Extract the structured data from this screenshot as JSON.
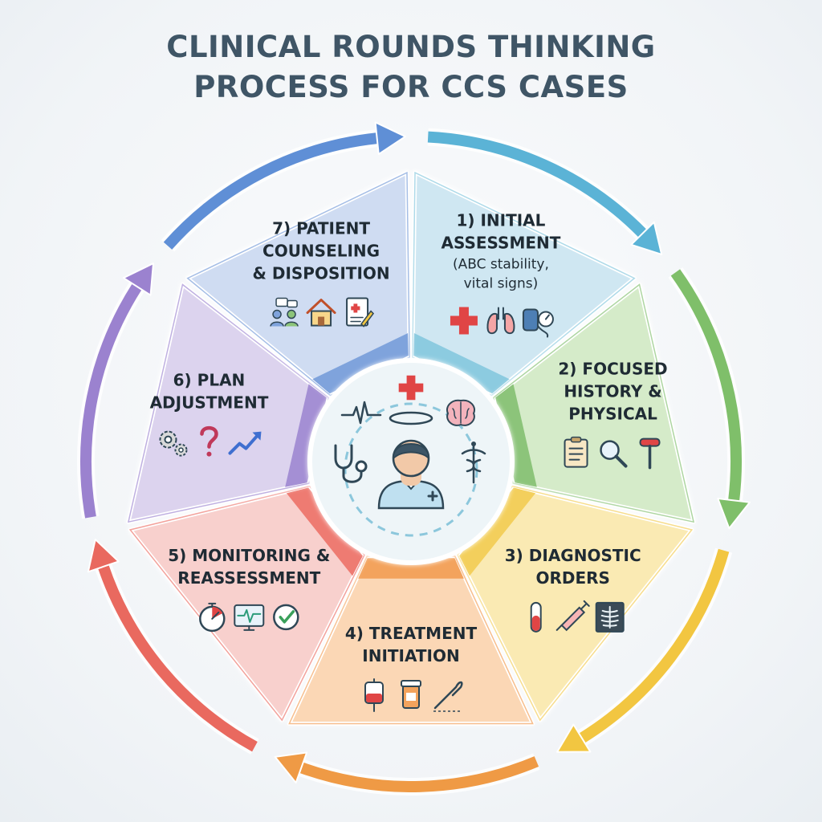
{
  "title": {
    "line1": "CLINICAL ROUNDS THINKING",
    "line2": "PROCESS FOR CCS CASES"
  },
  "steps": [
    {
      "lines": [
        "1) INITIAL",
        "ASSESSMENT"
      ],
      "sub": [
        "(ABC stability,",
        "vital signs)"
      ],
      "color": "#cfe7f2",
      "accent": "#8ccbe0",
      "arrow": "#5bb3d6",
      "icons": [
        "red-cross-icon",
        "lungs-icon",
        "blood-pressure-cuff-icon"
      ]
    },
    {
      "lines": [
        "2) FOCUSED",
        "HISTORY &",
        "PHYSICAL"
      ],
      "sub": [],
      "color": "#d5ebc9",
      "accent": "#8cc47a",
      "arrow": "#7fbf6a",
      "icons": [
        "clipboard-icon",
        "magnifying-glass-icon",
        "reflex-hammer-icon"
      ]
    },
    {
      "lines": [
        "3) DIAGNOSTIC",
        "ORDERS"
      ],
      "sub": [],
      "color": "#faeab3",
      "accent": "#f3cf5c",
      "arrow": "#f2c641",
      "icons": [
        "test-tube-icon",
        "syringe-icon",
        "x-ray-icon"
      ]
    },
    {
      "lines": [
        "4) TREATMENT",
        "INITIATION"
      ],
      "sub": [],
      "color": "#fbd7b5",
      "accent": "#f3a35d",
      "arrow": "#ef9a45",
      "icons": [
        "iv-bag-icon",
        "pill-bottle-icon",
        "scalpel-icon"
      ]
    },
    {
      "lines": [
        "5) MONITORING &",
        "REASSESSMENT"
      ],
      "sub": [],
      "color": "#f8d0cd",
      "accent": "#ee7b72",
      "arrow": "#e9695f",
      "icons": [
        "stopwatch-icon",
        "heart-monitor-icon",
        "check-icon"
      ]
    },
    {
      "lines": [
        "6) PLAN",
        "ADJUSTMENT"
      ],
      "sub": [],
      "color": "#dcd3ee",
      "accent": "#a48fd4",
      "arrow": "#9b82cf",
      "icons": [
        "gears-icon",
        "question-mark-icon",
        "trend-arrow-icon"
      ]
    },
    {
      "lines": [
        "7) PATIENT",
        "COUNSELING",
        "& DISPOSITION"
      ],
      "sub": [],
      "color": "#cfdcf2",
      "accent": "#7fa3dc",
      "arrow": "#5f8fd6",
      "icons": [
        "conversation-icon",
        "house-icon",
        "prescription-icon"
      ]
    }
  ],
  "center_icons": [
    "heartbeat-line-icon",
    "medical-cross-icon",
    "brain-icon",
    "stethoscope-icon",
    "physician-icon",
    "caduceus-icon"
  ],
  "colors": {
    "title": "#3f5566",
    "text": "#1f2b34",
    "icon_stroke": "#2f4756",
    "red": "#e04545"
  }
}
